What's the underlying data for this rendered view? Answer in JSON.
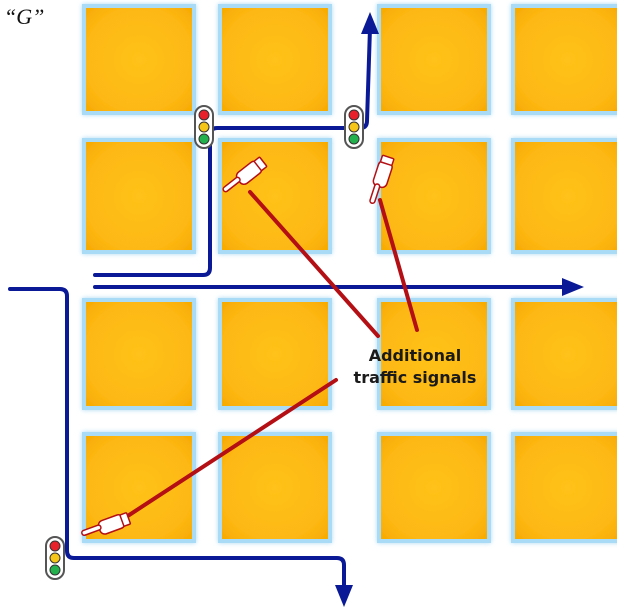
{
  "figure_label": "“G”",
  "callout": {
    "line1": "Additional",
    "line2": "traffic signals"
  },
  "colors": {
    "block_fill": "#FDB813",
    "block_glow": "#9FD6F5",
    "road": "#0A1A96",
    "pointer_line": "#B30F14",
    "signal_red": "#E8202A",
    "signal_yellow": "#F5C518",
    "signal_green": "#22B14C"
  },
  "icons": {
    "signal": "traffic-light-icon",
    "pointer": "pointing-hand-icon"
  }
}
